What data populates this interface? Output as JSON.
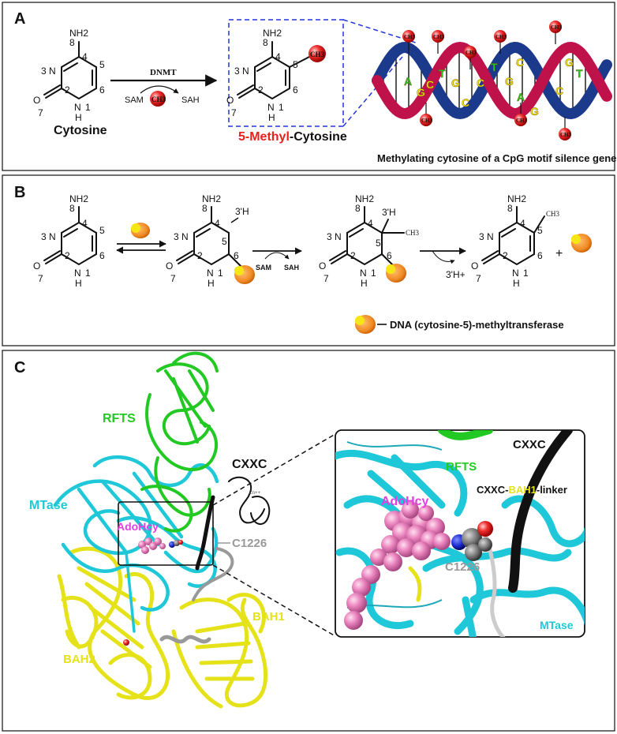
{
  "panels": {
    "a": {
      "letter": "A",
      "cytosine_label": "Cytosine",
      "enzyme": "DNMT",
      "sam": "SAM",
      "sah": "SAH",
      "methyl_group": "CH3",
      "product_prefix": "5-Methyl",
      "product_suffix": "-Cytosine",
      "dna_caption": "Methylating cytosine of a CpG motif silence genes",
      "dna_bases": [
        "A",
        "G",
        "C",
        "T",
        "G",
        "C",
        "C",
        "T",
        "G",
        "C",
        "A",
        "G",
        "C",
        "G",
        "T"
      ],
      "atoms": {
        "nh2": "NH2",
        "n3": "N",
        "n1": "N",
        "h": "H",
        "o": "O"
      },
      "ring_numbers": [
        "8",
        "4",
        "5",
        "3",
        "6",
        "2",
        "1",
        "7"
      ]
    },
    "b": {
      "letter": "B",
      "sam": "SAM",
      "sah": "SAH",
      "ch3": "CH3",
      "h_label": "3'H",
      "proton": "3'H+",
      "plus": "+",
      "enzyme_legend": "DNA (cytosine-5)-methyltransferase"
    },
    "c": {
      "letter": "C",
      "labels": {
        "rfts": "RFTS",
        "cxxc": "CXXC",
        "mtase": "MTase",
        "adohcy": "AdoHcy",
        "c1226": "C1226",
        "bah1": "BAH1",
        "bah2": "BAH2",
        "zn": "Zn++"
      },
      "inset": {
        "rfts": "RFTS",
        "cxxc": "CXXC",
        "linker_prefix": "CXXC-",
        "linker_mid": "BAH1",
        "linker_suffix": "-linker",
        "adohcy": "AdoHcy",
        "c1226": "C1226",
        "mtase": "MTase"
      }
    }
  },
  "colors": {
    "red_label": "#e8211a",
    "rfts_green": "#22c922",
    "mtase_cyan": "#1ec8d8",
    "adohcy_magenta": "#e040e0",
    "bah_yellow": "#e6e21a",
    "c1226_gray": "#999999",
    "dna_red": "#c0124a",
    "dna_blue": "#1b3a8c",
    "base_yellow": "#f2e200",
    "base_green": "#28c828",
    "enzyme_orange": "#f08a24",
    "enzyme_yellow": "#f5e614"
  }
}
